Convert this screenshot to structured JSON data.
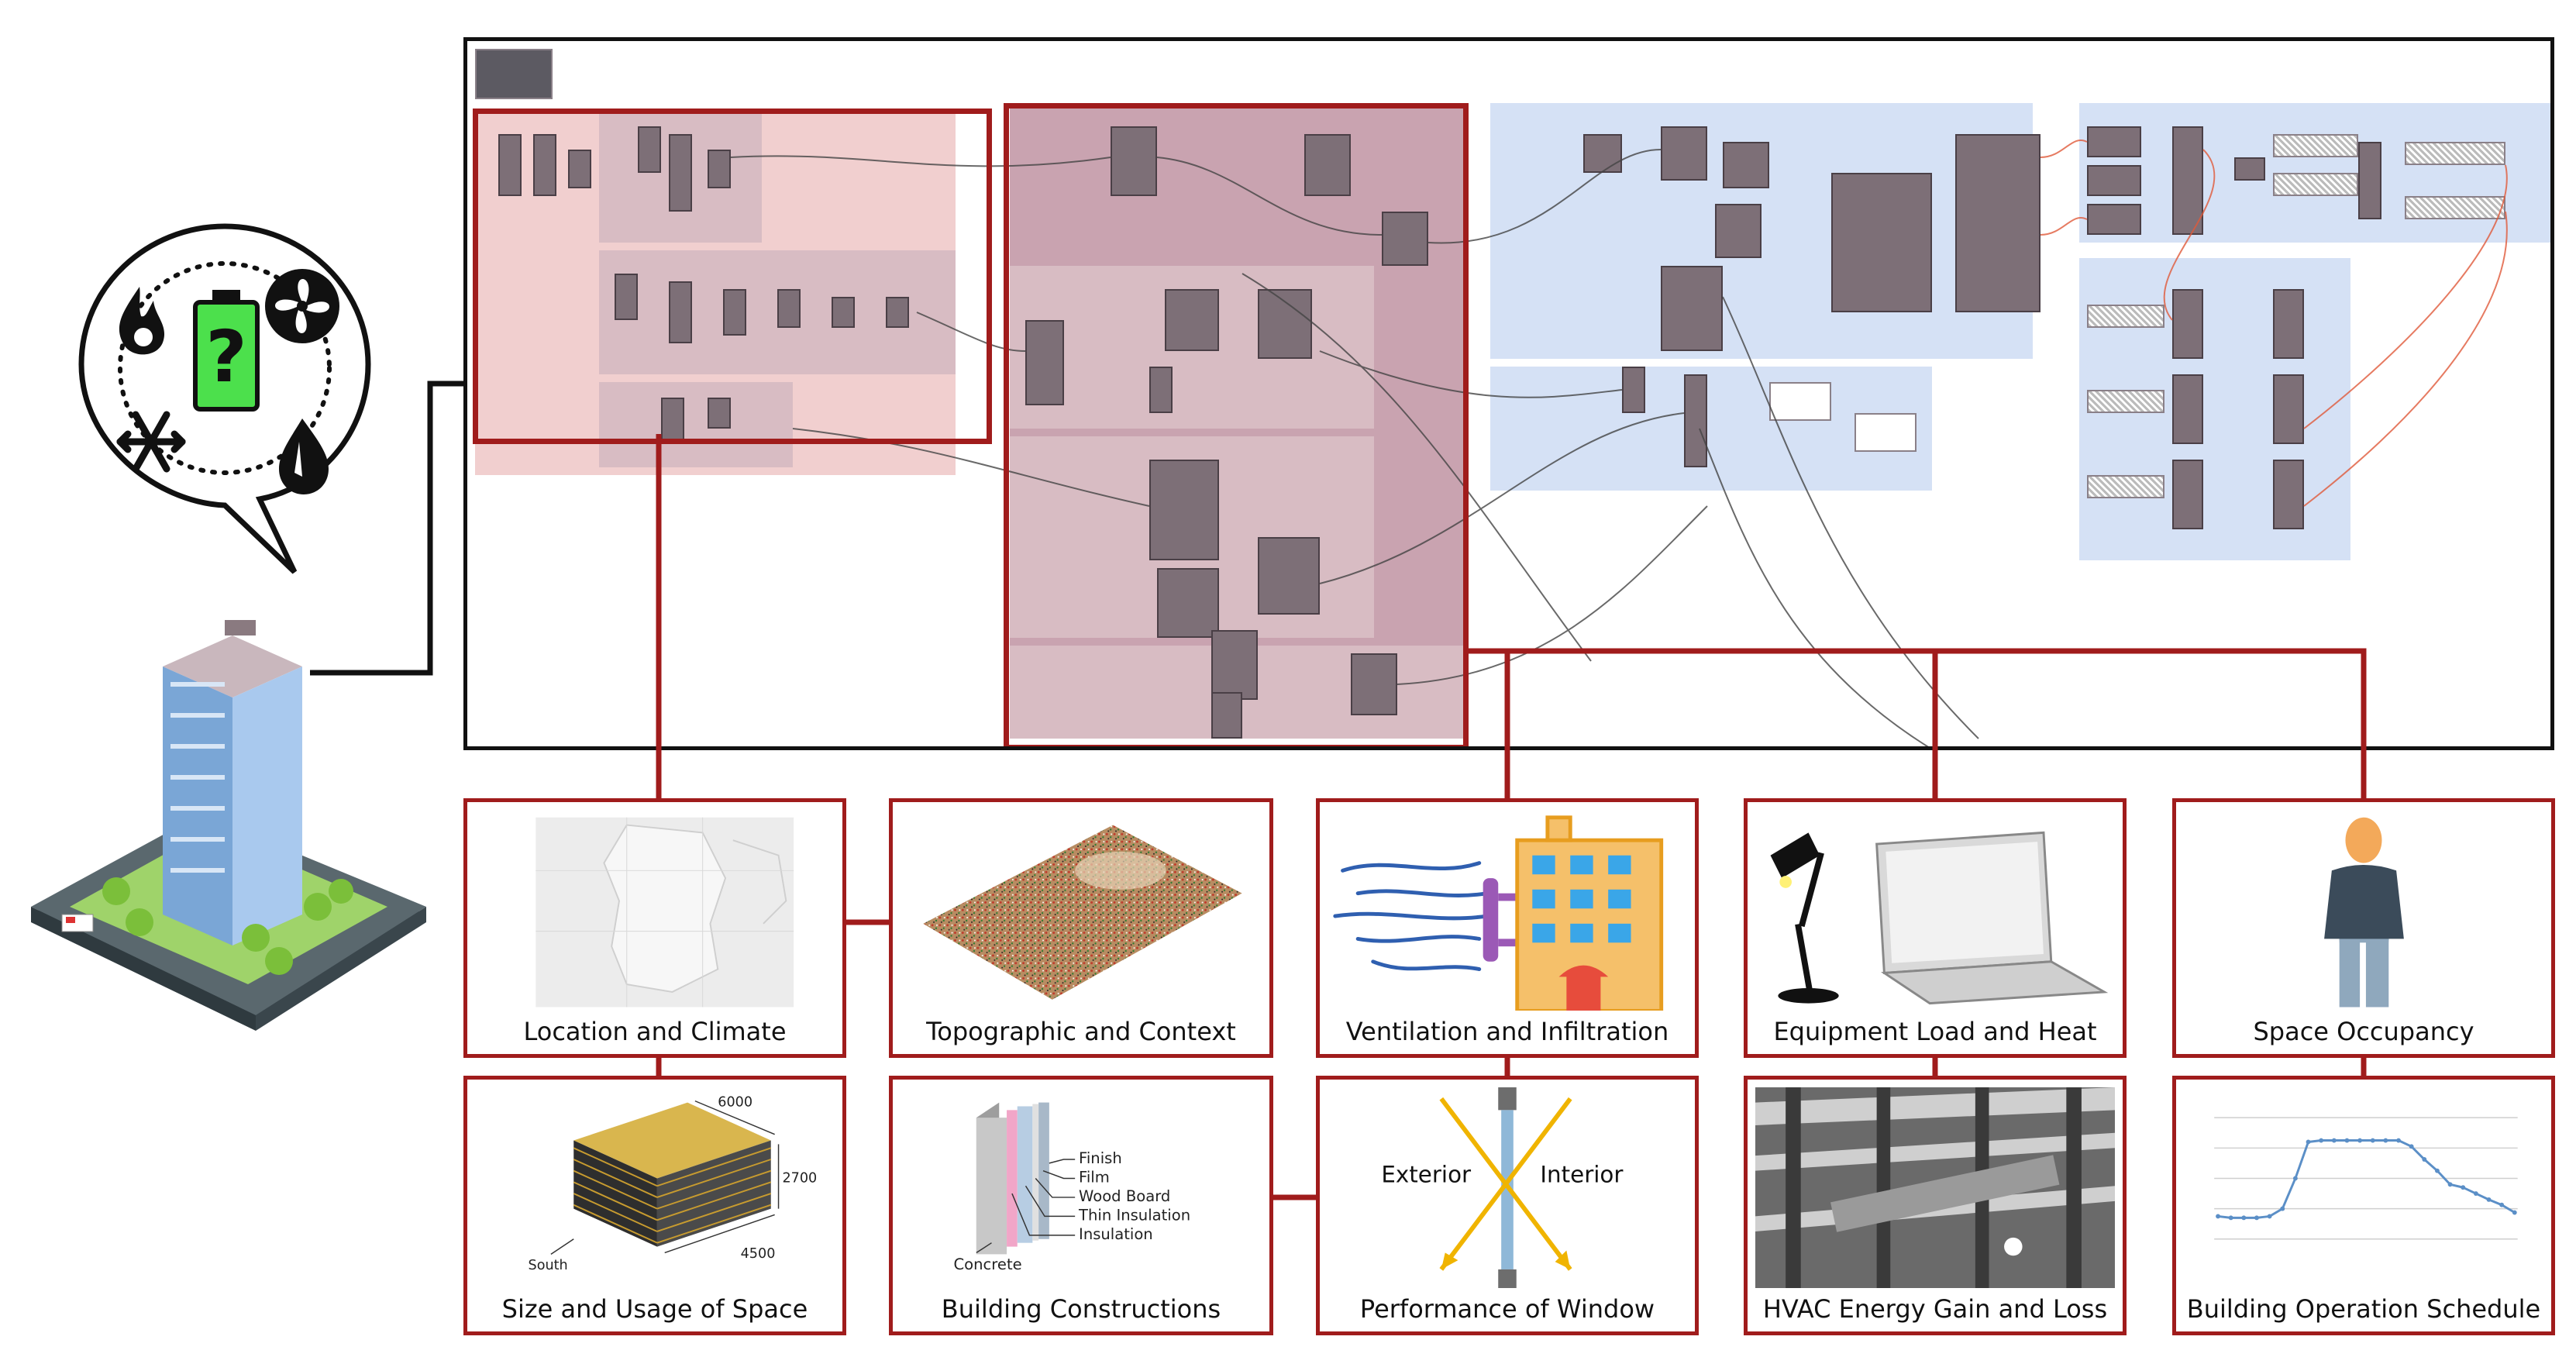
{
  "categories": {
    "location": "Location and Climate",
    "topographic": "Topographic and Context",
    "ventilation": "Ventilation and Infiltration",
    "equipment": "Equipment Load and Heat",
    "occupancy": "Space Occupancy",
    "size": "Size and Usage of Space",
    "constructions": "Building Constructions",
    "window": "Performance of Window",
    "hvac": "HVAC Energy Gain and Loss",
    "schedule": "Building Operation Schedule"
  },
  "size_diagram": {
    "dim_top": "6000",
    "dim_right": "2700",
    "dim_bottom": "4500",
    "direction": "South"
  },
  "construction_layers": [
    "Finish",
    "Film",
    "Wood Board",
    "Thin Insulation",
    "Insulation"
  ],
  "construction_base": "Concrete",
  "window_labels": {
    "exterior": "Exterior",
    "interior": "Interior"
  },
  "colors": {
    "frame_red": "#a01c1c",
    "canvas_border": "#111111",
    "group_pink": "#e9b9b9",
    "group_mauve": "#c9a3b0",
    "group_blue": "#d5e1f5",
    "node_dark": "#7d6f77",
    "battery_green": "#4ce04c"
  },
  "icons": [
    "fire-icon",
    "fan-icon",
    "snowflake-icon",
    "water-drop-icon",
    "battery-question-icon",
    "building-icon",
    "lamp-icon",
    "laptop-icon",
    "person-icon",
    "wind-icon"
  ]
}
